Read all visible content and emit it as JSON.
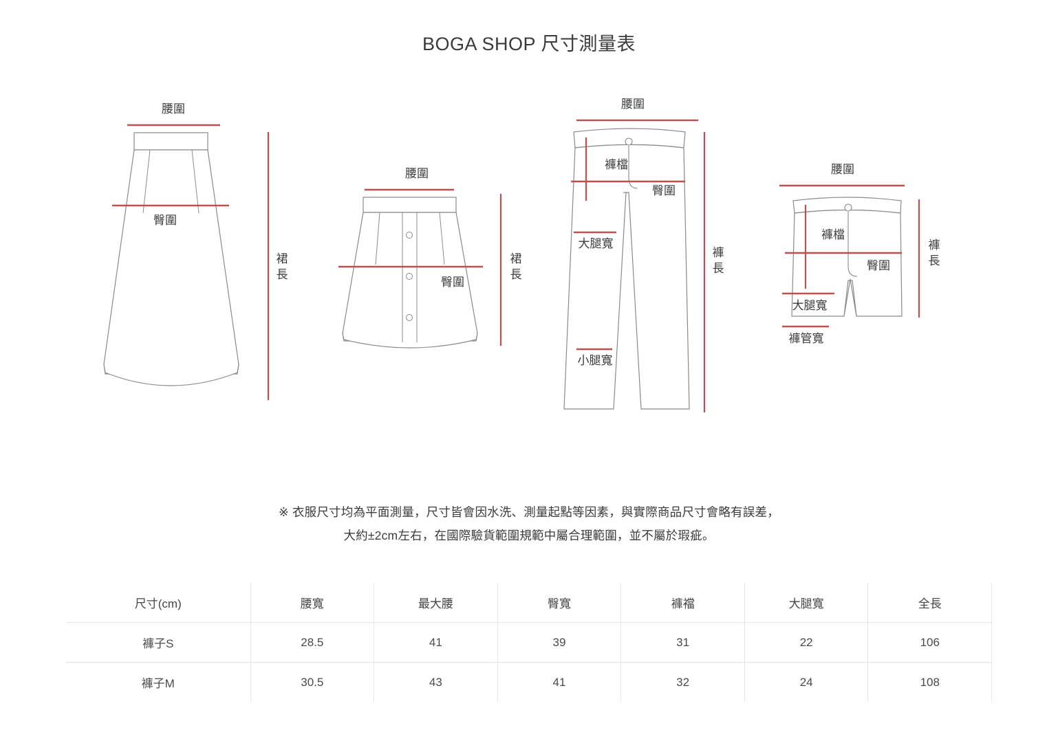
{
  "header": {
    "title": "BOGA SHOP 尺寸測量表"
  },
  "diagrams": [
    {
      "id": "long-skirt",
      "name": "長裙",
      "labels": {
        "waist": "腰圍",
        "hip": "臀圍",
        "length": "裙長",
        "length_chars": [
          "裙",
          "長"
        ]
      }
    },
    {
      "id": "short-skirt",
      "name": "短裙",
      "labels": {
        "waist": "腰圍",
        "hip": "臀圍",
        "length": "裙長",
        "length_chars": [
          "裙",
          "長"
        ]
      }
    },
    {
      "id": "pants",
      "name": "長褲",
      "labels": {
        "waist": "腰圍",
        "rise": "褲檔",
        "hip": "臀圍",
        "thigh": "大腿寬",
        "calf": "小腿寬",
        "length": "褲長",
        "length_chars": [
          "褲",
          "長"
        ]
      }
    },
    {
      "id": "shorts",
      "name": "短褲",
      "labels": {
        "waist": "腰圍",
        "rise": "褲檔",
        "hip": "臀圍",
        "thigh": "大腿寬",
        "hem": "褲管寬",
        "length": "褲長",
        "length_chars": [
          "褲",
          "長"
        ]
      }
    }
  ],
  "note": {
    "line1": "※ 衣服尺寸均為平面測量，尺寸皆會因水洗、測量起點等因素，與實際商品尺寸會略有誤差，",
    "line2": "大約±2cm左右，在國際驗貨範圍規範中屬合理範圍，並不屬於瑕疵。"
  },
  "table": {
    "headers": [
      "尺寸(cm)",
      "腰寬",
      "最大腰",
      "臀寬",
      "褲襠",
      "大腿寬",
      "全長"
    ],
    "rows": [
      [
        "褲子S",
        "28.5",
        "41",
        "39",
        "31",
        "22",
        "106"
      ],
      [
        "褲子M",
        "30.5",
        "43",
        "41",
        "32",
        "24",
        "108"
      ]
    ]
  },
  "colors": {
    "measure_line": "#c0504d",
    "garment_outline": "#8a8a8a",
    "text": "#3b3b3b",
    "table_border": "#e6e6e6",
    "background": "#ffffff"
  }
}
